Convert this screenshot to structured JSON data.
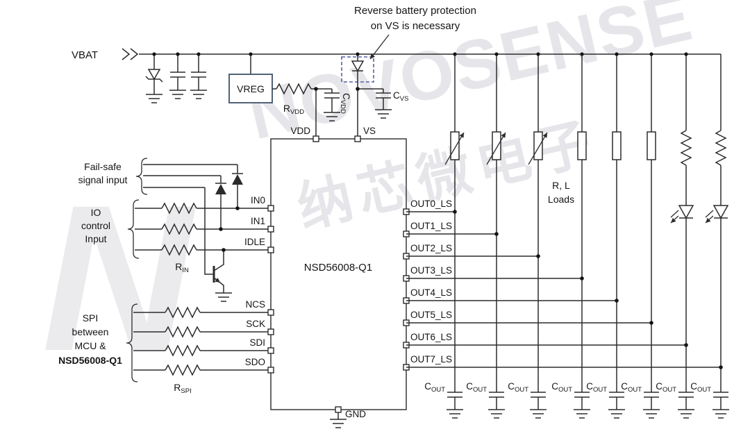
{
  "annotation": {
    "line1": "Reverse battery protection",
    "line2": "on VS is necessary"
  },
  "power": {
    "vbat": "VBAT",
    "vreg": "VREG",
    "r_vdd": {
      "base": "R",
      "sub": "VDD"
    },
    "c_vdd": {
      "base": "C",
      "sub": "VDD"
    },
    "c_vs": {
      "base": "C",
      "sub": "VS"
    }
  },
  "ic": {
    "name": "NSD56008-Q1",
    "pin_vdd": "VDD",
    "pin_vs": "VS",
    "pin_gnd": "GND",
    "left_pins": [
      "IN0",
      "IN1",
      "IDLE",
      "NCS",
      "SCK",
      "SDI",
      "SDO"
    ],
    "out_pins": [
      "OUT0_LS",
      "OUT1_LS",
      "OUT2_LS",
      "OUT3_LS",
      "OUT4_LS",
      "OUT5_LS",
      "OUT6_LS",
      "OUT7_LS"
    ]
  },
  "labels": {
    "fail_safe_line1": "Fail-safe",
    "fail_safe_line2": "signal input",
    "io_line1": "IO",
    "io_line2": "control",
    "io_line3": "Input",
    "spi_line1": "SPI",
    "spi_line2": "between",
    "spi_line3": "MCU &",
    "spi_line4": "NSD56008-Q1",
    "r_in": {
      "base": "R",
      "sub": "IN"
    },
    "r_spi": {
      "base": "R",
      "sub": "SPI"
    },
    "loads_line1": "R, L",
    "loads_line2": "Loads",
    "c_out": {
      "base": "C",
      "sub": "OUT"
    }
  },
  "watermark": {
    "logo": "N",
    "en": "NOVOSENSE",
    "cn": "纳芯微电子"
  },
  "colors": {
    "wire": "#2b2b2b",
    "ic_border": "#4d4d4d",
    "vreg_box": "#3d5166",
    "protection_box": "#5560a8",
    "watermark": "#e6e6ea",
    "background": "#ffffff"
  }
}
